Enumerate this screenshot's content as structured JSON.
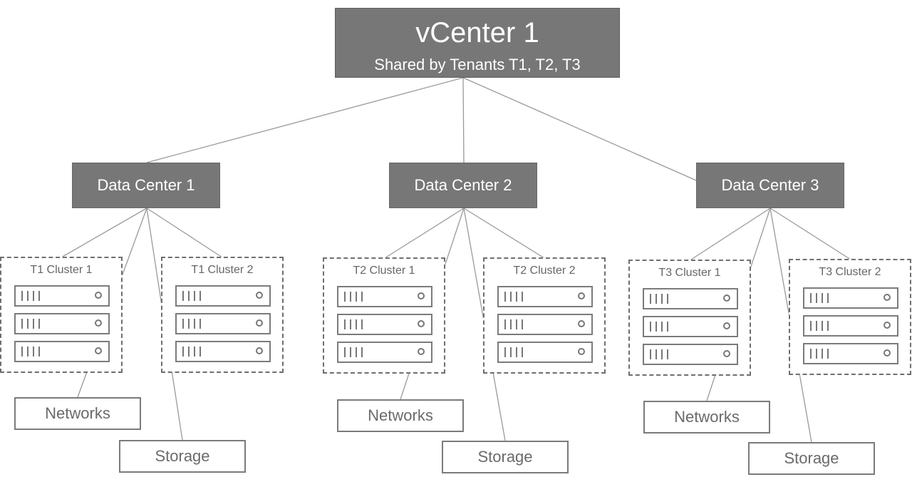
{
  "vcenter": {
    "title": "vCenter 1",
    "subtitle": "Shared by Tenants T1, T2, T3"
  },
  "datacenters": [
    {
      "label": "Data Center 1",
      "clusters": [
        {
          "label": "T1 Cluster 1",
          "servers": 3
        },
        {
          "label": "T1 Cluster 2",
          "servers": 3
        }
      ],
      "networks_label": "Networks",
      "storage_label": "Storage"
    },
    {
      "label": "Data Center 2",
      "clusters": [
        {
          "label": "T2 Cluster 1",
          "servers": 3
        },
        {
          "label": "T2 Cluster 2",
          "servers": 3
        }
      ],
      "networks_label": "Networks",
      "storage_label": "Storage"
    },
    {
      "label": "Data Center 3",
      "clusters": [
        {
          "label": "T3 Cluster 1",
          "servers": 3
        },
        {
          "label": "T3 Cluster 2",
          "servers": 3
        }
      ],
      "networks_label": "Networks",
      "storage_label": "Storage"
    }
  ],
  "colors": {
    "box_fill": "#777777",
    "line": "#9a9a9a",
    "outline": "#7b7b7b"
  }
}
